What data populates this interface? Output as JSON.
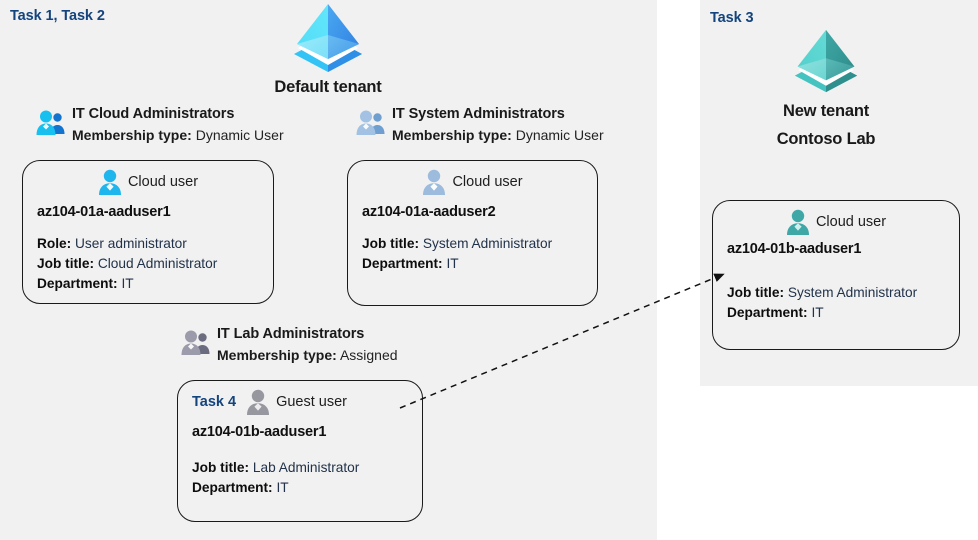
{
  "panels": {
    "default_tenant_panel": {
      "task_label": "Task 1, Task 2"
    },
    "new_tenant_panel": {
      "task_label": "Task 3"
    }
  },
  "tenants": [
    {
      "id": "default-tenant",
      "name": "Default tenant",
      "icon": "azure-ad-tenant-icon",
      "color": "#32b3f0"
    },
    {
      "id": "new-tenant",
      "name_line1": "New  tenant",
      "name_line2": "Contoso Lab",
      "icon": "azure-ad-tenant-icon",
      "color": "#3fb3b0"
    }
  ],
  "groups": [
    {
      "id": "it-cloud-administrators",
      "title": "IT Cloud Administrators",
      "membership_key": "Membership type:",
      "membership_value": "Dynamic User",
      "icon": "group-users-icon",
      "icon_color": "#16b4e8"
    },
    {
      "id": "it-system-administrators",
      "title": "IT System Administrators",
      "membership_key": "Membership type:",
      "membership_value": "Dynamic User",
      "icon": "group-users-icon",
      "icon_color": "#96b6da"
    },
    {
      "id": "it-lab-administrators",
      "title": "IT Lab Administrators",
      "membership_key": "Membership type:",
      "membership_value": "Assigned",
      "icon": "group-users-icon",
      "icon_color": "#8a8a9e"
    }
  ],
  "cards": [
    {
      "id": "az104-01a-aaduser1",
      "user_type": "Cloud user",
      "user_icon": "cloud-user-icon",
      "icon_color": "#1fb6ed",
      "username": "az104-01a-aaduser1",
      "fields": [
        {
          "key": "Role:",
          "value": "User administrator"
        },
        {
          "key": "Job title:",
          "value": "Cloud Administrator"
        },
        {
          "key": "Department:",
          "value": "IT"
        }
      ]
    },
    {
      "id": "az104-01a-aaduser2",
      "user_type": "Cloud user",
      "user_icon": "cloud-user-icon",
      "icon_color": "#9dbbdd",
      "username": "az104-01a-aaduser2",
      "fields": [
        {
          "key": "Job title:",
          "value": "System Administrator"
        },
        {
          "key": "Department:",
          "value": "IT"
        }
      ]
    },
    {
      "id": "az104-01b-aaduser1-new-tenant",
      "user_type": "Cloud user",
      "user_icon": "cloud-user-icon",
      "icon_color": "#3fa8a6",
      "username": "az104-01b-aaduser1",
      "fields": [
        {
          "key": "Job title:",
          "value": "System Administrator"
        },
        {
          "key": "Department:",
          "value": "IT"
        }
      ]
    },
    {
      "id": "az104-01b-aaduser1-guest",
      "task_label": "Task 4",
      "user_type": "Guest user",
      "user_icon": "guest-user-icon",
      "icon_color": "#97979f",
      "username": "az104-01b-aaduser1",
      "fields": [
        {
          "key": "Job title:",
          "value": "Lab Administrator"
        },
        {
          "key": "Department:",
          "value": "IT"
        }
      ]
    }
  ],
  "connector": {
    "id": "guest-invite-arrow",
    "style": "dashed-arrow",
    "from": "az104-01b-aaduser1-guest",
    "to": "az104-01b-aaduser1-new-tenant",
    "color": "#111111"
  },
  "colors": {
    "panel_background": "#f1f1f1",
    "task_label": "#13447e",
    "card_border": "#1a1a1a",
    "value_text": "#21324a"
  }
}
